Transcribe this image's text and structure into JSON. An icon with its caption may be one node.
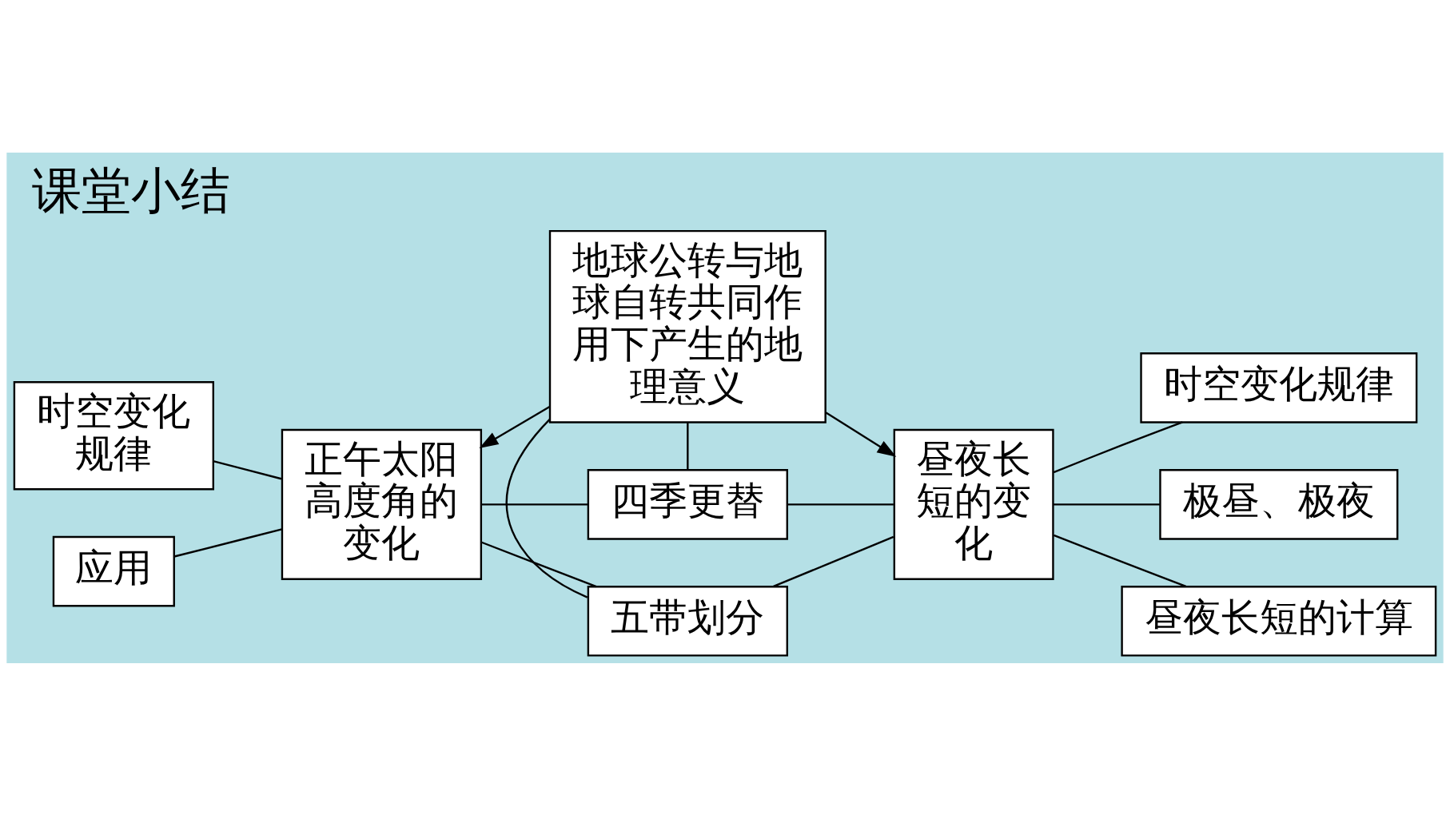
{
  "diagram": {
    "title": "课堂小结",
    "nodes": [
      {
        "text": [
          "时空变化规律"
        ]
      },
      {
        "text": [
          "应用"
        ]
      },
      {
        "text": [
          "正午太阳高度角的变化"
        ]
      },
      {
        "text": [
          "地球公转与地球自转共同作用下产生的地理意义"
        ]
      },
      {
        "text": [
          "昼夜长短的变化"
        ]
      },
      {
        "text": [
          "时空变化规律"
        ]
      },
      {
        "text": [
          "极昼、极夜"
        ]
      },
      {
        "text": [
          "昼夜长短的计算"
        ]
      },
      {
        "text": [
          "四季更替"
        ]
      },
      {
        "text": [
          "五带划分"
        ]
      }
    ],
    "edges": [
      {
        "from": 3,
        "to": 2,
        "arrow": "to"
      },
      {
        "from": 3,
        "to": 4,
        "arrow": "to"
      },
      {
        "from": 2,
        "to": 0,
        "arrow": "none"
      },
      {
        "from": 2,
        "to": 1,
        "arrow": "none"
      },
      {
        "from": 4,
        "to": 5,
        "arrow": "none"
      },
      {
        "from": 4,
        "to": 6,
        "arrow": "none"
      },
      {
        "from": 4,
        "to": 7,
        "arrow": "none"
      },
      {
        "from": 2,
        "to": 8,
        "arrow": "none"
      },
      {
        "from": 2,
        "to": 9,
        "arrow": "none"
      },
      {
        "from": 3,
        "to": 8,
        "arrow": "none"
      },
      {
        "from": 3,
        "to": 9,
        "arrow": "none"
      },
      {
        "from": 4,
        "to": 8,
        "arrow": "none"
      },
      {
        "from": 4,
        "to": 9,
        "arrow": "none"
      }
    ]
  }
}
